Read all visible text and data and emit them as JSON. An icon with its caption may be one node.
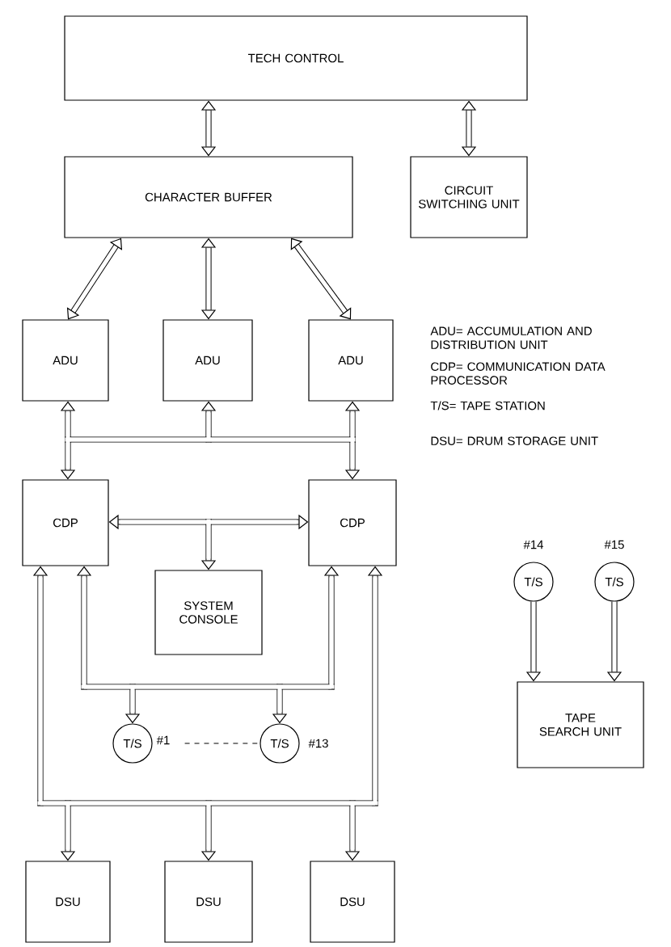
{
  "diagram": {
    "nodes": [
      {
        "text": [
          "TECH CONTROL"
        ]
      },
      {
        "text": [
          "CHARACTER BUFFER"
        ]
      },
      {
        "text": [
          "CIRCUIT SWITCHING UNIT"
        ]
      },
      {
        "text": [
          "ADU"
        ]
      },
      {
        "text": [
          "ADU"
        ]
      },
      {
        "text": [
          "ADU"
        ]
      },
      {
        "text": [
          "CDP"
        ]
      },
      {
        "text": [
          "CDP"
        ]
      },
      {
        "text": [
          "SYSTEM CONSOLE"
        ]
      },
      {
        "text": [
          "T/S"
        ],
        "beside": [
          "#1"
        ]
      },
      {
        "text": [
          "T/S"
        ],
        "beside": [
          "#13"
        ]
      },
      {
        "text": [
          "T/S"
        ],
        "beside": [
          "#14"
        ]
      },
      {
        "text": [
          "T/S"
        ],
        "beside": [
          "#15"
        ]
      },
      {
        "text": [
          "TAPE SEARCH UNIT"
        ]
      },
      {
        "text": [
          "DSU"
        ]
      },
      {
        "text": [
          "DSU"
        ]
      },
      {
        "text": [
          "DSU"
        ]
      }
    ],
    "edges": [
      {
        "from": 0,
        "to": 1,
        "arrow": "both"
      },
      {
        "from": 0,
        "to": 2,
        "arrow": "both"
      },
      {
        "from": 1,
        "to": 3,
        "arrow": "both"
      },
      {
        "from": 1,
        "to": 4,
        "arrow": "both"
      },
      {
        "from": 1,
        "to": 5,
        "arrow": "both"
      },
      {
        "from": 3,
        "to": 6,
        "arrow": "both"
      },
      {
        "from": 3,
        "to": 7,
        "arrow": "both"
      },
      {
        "from": 4,
        "to": 6,
        "arrow": "both"
      },
      {
        "from": 4,
        "to": 7,
        "arrow": "both"
      },
      {
        "from": 5,
        "to": 6,
        "arrow": "both"
      },
      {
        "from": 5,
        "to": 7,
        "arrow": "both"
      },
      {
        "from": 6,
        "to": 7,
        "arrow": "both"
      },
      {
        "from": 6,
        "to": 8,
        "arrow": "both"
      },
      {
        "from": 7,
        "to": 8,
        "arrow": "both"
      },
      {
        "from": 6,
        "to": 9,
        "arrow": "both"
      },
      {
        "from": 6,
        "to": 10,
        "arrow": "both"
      },
      {
        "from": 7,
        "to": 9,
        "arrow": "both"
      },
      {
        "from": 7,
        "to": 10,
        "arrow": "both"
      },
      {
        "from": 6,
        "to": 14,
        "arrow": "both"
      },
      {
        "from": 6,
        "to": 15,
        "arrow": "both"
      },
      {
        "from": 6,
        "to": 16,
        "arrow": "both"
      },
      {
        "from": 7,
        "to": 14,
        "arrow": "both"
      },
      {
        "from": 7,
        "to": 15,
        "arrow": "both"
      },
      {
        "from": 7,
        "to": 16,
        "arrow": "both"
      },
      {
        "from": 9,
        "to": 10,
        "arrow": "none",
        "style": "dashed"
      },
      {
        "from": 11,
        "to": 13,
        "arrow": "to"
      },
      {
        "from": 12,
        "to": 13,
        "arrow": "to"
      }
    ],
    "labels": [
      "ADU= ACCUMULATION AND DISTRIBUTION UNIT",
      "CDP= COMMUNICATION DATA PROCESSOR",
      "T/S= TAPE STATION",
      "DSU= DRUM STORAGE UNIT"
    ]
  }
}
